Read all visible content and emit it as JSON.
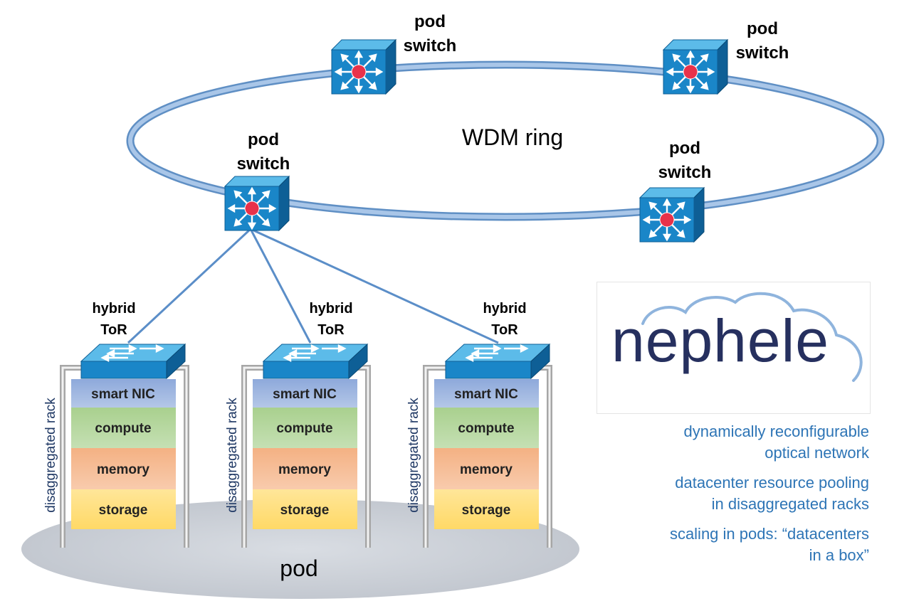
{
  "ring": {
    "label": "WDM ring"
  },
  "pod_switches": [
    {
      "label_line1": "pod",
      "label_line2": "switch"
    },
    {
      "label_line1": "pod",
      "label_line2": "switch"
    },
    {
      "label_line1": "pod",
      "label_line2": "switch"
    },
    {
      "label_line1": "pod",
      "label_line2": "switch"
    }
  ],
  "racks": [
    {
      "tor_line1": "hybrid",
      "tor_line2": "ToR",
      "side_label": "disaggregated rack",
      "layers": [
        "smart NIC",
        "compute",
        "memory",
        "storage"
      ]
    },
    {
      "tor_line1": "hybrid",
      "tor_line2": "ToR",
      "side_label": "disaggregated rack",
      "layers": [
        "smart NIC",
        "compute",
        "memory",
        "storage"
      ]
    },
    {
      "tor_line1": "hybrid",
      "tor_line2": "ToR",
      "side_label": "disaggregated rack",
      "layers": [
        "smart NIC",
        "compute",
        "memory",
        "storage"
      ]
    }
  ],
  "pod": {
    "label": "pod"
  },
  "logo": {
    "word": "nephele"
  },
  "features": [
    {
      "line1": "dynamically reconfigurable",
      "line2": "optical network"
    },
    {
      "line1": "datacenter resource pooling",
      "line2": "in disaggregated racks"
    },
    {
      "line1": "scaling in pods: “datacenters",
      "line2": "in a box”"
    }
  ],
  "colors": {
    "ring": "#8fb4dd",
    "switch_front": "#1a86c8",
    "switch_top": "#5cbbe9",
    "switch_side": "#0e5f96",
    "hub": "#e8324a",
    "link": "#5b8ec8",
    "smart_nic": "#8ea9db",
    "compute": "#a9d08e",
    "memory": "#f4b183",
    "storage": "#ffd966",
    "logo_text": "#26305f",
    "feature_text": "#2e75b6"
  }
}
